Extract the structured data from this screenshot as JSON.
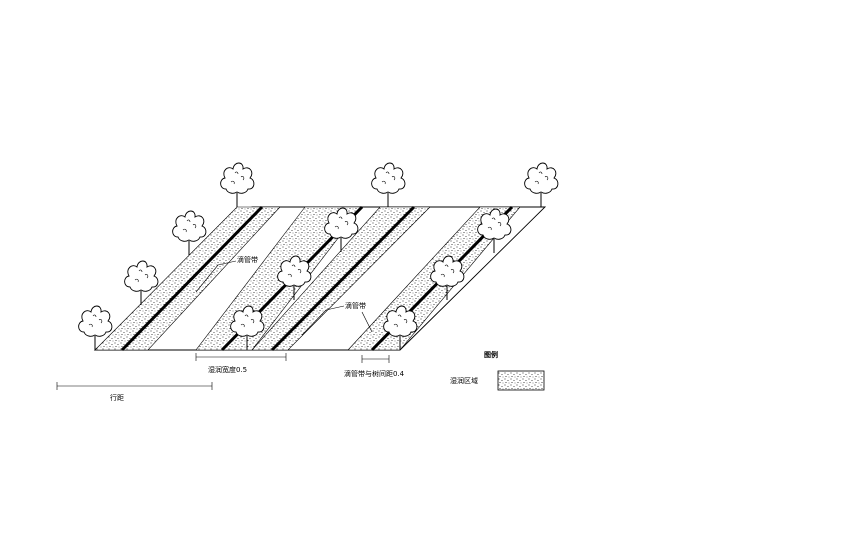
{
  "diagram": {
    "labels": {
      "drip_tape_1": "滴管带",
      "drip_tape_2": "滴管带",
      "wetted_width": "湿润宽度0.5",
      "tape_spacing": "滴管带与树间距0.4",
      "row_spacing": "行距"
    },
    "legend": {
      "title": "图例",
      "wetted_area": "湿润区域"
    }
  }
}
